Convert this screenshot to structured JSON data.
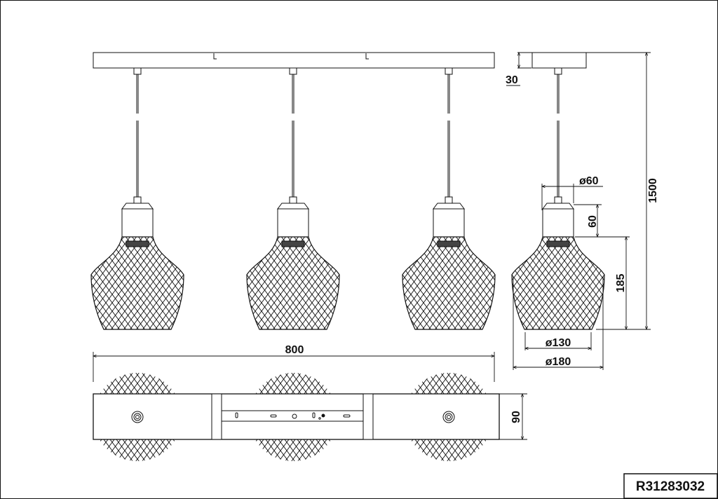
{
  "drawing": {
    "product_code": "R31283032",
    "dimensions": {
      "canopy_height": "30",
      "total_height": "1500",
      "holder_diameter": "ø60",
      "holder_height": "60",
      "shade_height": "185",
      "shade_bottom_diameter": "ø130",
      "shade_max_diameter": "ø180",
      "canopy_length": "800",
      "canopy_width": "90"
    },
    "line_color": "#111111"
  }
}
